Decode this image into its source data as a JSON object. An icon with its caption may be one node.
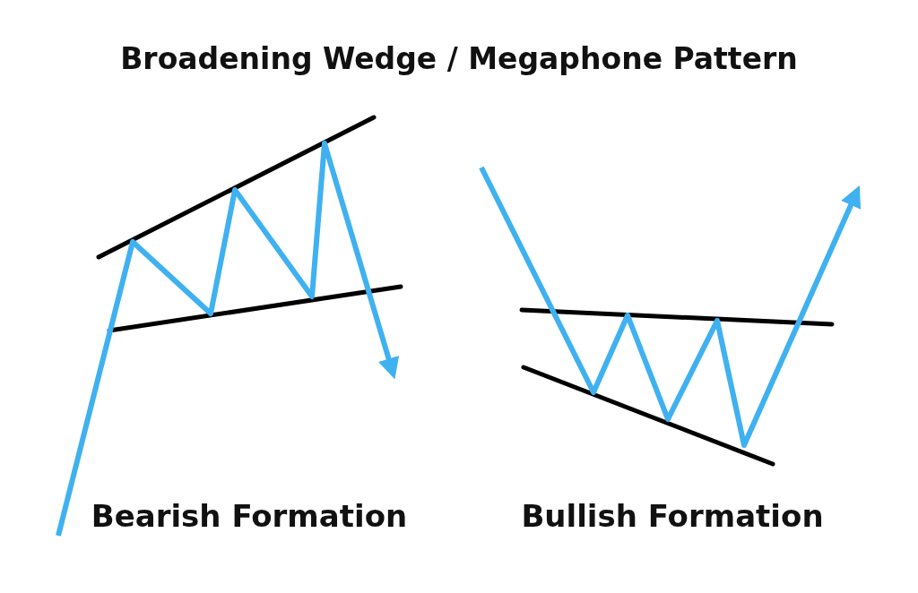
{
  "diagram": {
    "title": "Broadening Wedge / Megaphone Pattern",
    "labels": [
      "Bearish Formation",
      "Bullish Formation"
    ]
  }
}
